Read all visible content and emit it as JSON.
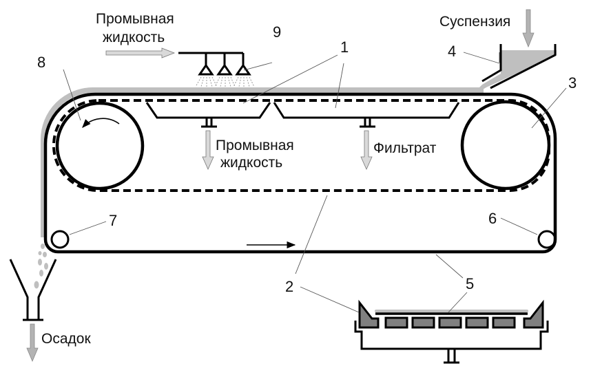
{
  "colors": {
    "line": "#000000",
    "cake": "#bfbfbf",
    "arrow_fill": "#d9d9d9",
    "arrow_fill_dark": "#b3b3b3",
    "pallet_fill": "#808080",
    "leader": "#555555"
  },
  "labels": {
    "wash_liquid_in": [
      "Промывная",
      "жидкость"
    ],
    "suspension": "Суспензия",
    "wash_liquid_out": [
      "Промывная",
      "жидкость"
    ],
    "filtrate": "Фильтрат",
    "sediment": "Осадок"
  },
  "callouts": {
    "n1": "1",
    "n2": "2",
    "n3": "3",
    "n4": "4",
    "n5": "5",
    "n6": "6",
    "n7": "7",
    "n8": "8",
    "n9": "9"
  },
  "icons": {
    "rotation": "counterclockwise-arrow-icon",
    "belt_direction": "right-arrow-icon",
    "nozzle": "spray-nozzle-icon"
  }
}
